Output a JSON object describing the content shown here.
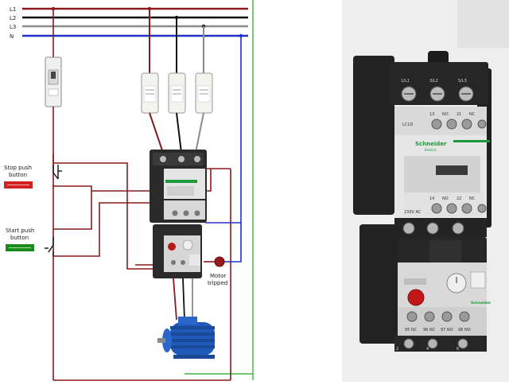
{
  "lines": {
    "l1": "L1",
    "l2": "L2",
    "l3": "L3",
    "n": "N"
  },
  "controls": {
    "stop_label_1": "Stop push",
    "stop_label_2": "button",
    "start_label_1": "Start push",
    "start_label_2": "button",
    "motor_tripped_1": "Motor",
    "motor_tripped_2": "tripped"
  },
  "device": {
    "terminal_1": "1/L1",
    "terminal_3": "3/L2",
    "terminal_5": "5/L3",
    "aux_1": "13",
    "aux_2": "NO",
    "aux_3": "21",
    "aux_4": "NC",
    "model": "LC1D",
    "brand": "Schneider",
    "brand_sub": "Electric",
    "coil_voltage": "230V AC",
    "aux_5": "14",
    "aux_6": "NO",
    "aux_7": "22",
    "aux_8": "NC",
    "relay_1": "95 NC",
    "relay_2": "96 NC",
    "relay_3": "97 NO",
    "relay_4": "98 NO",
    "bottom_1": "2",
    "bottom_3": "4",
    "bottom_5": "6"
  },
  "colors": {
    "l1": "#8b1a1a",
    "l2": "#111111",
    "l3": "#8c8c8c",
    "n": "#2230c8",
    "earth": "#3fb53f",
    "stop_badge": "#d02020",
    "start_badge": "#1a8a1a",
    "motor": "#1f5ab8"
  }
}
